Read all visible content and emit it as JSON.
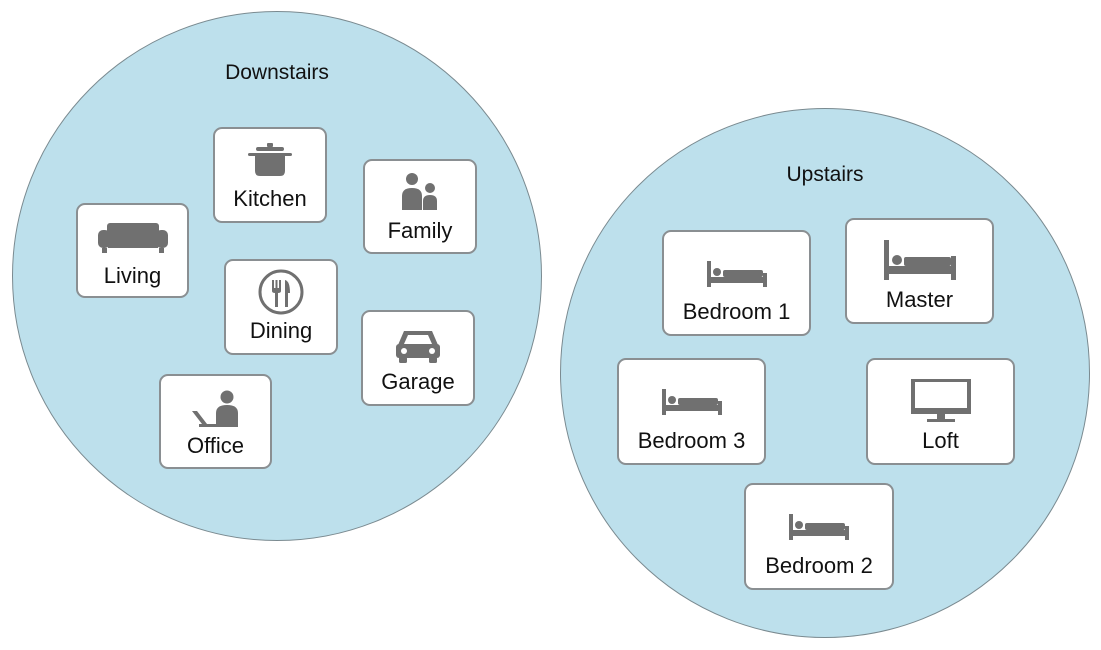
{
  "colors": {
    "zone_fill": "#bde0ec",
    "zone_border": "#7a8a90",
    "icon": "#707070",
    "card_border": "#8a8f92"
  },
  "zones": {
    "downstairs": {
      "title": "Downstairs",
      "rooms": {
        "kitchen": {
          "label": "Kitchen",
          "icon": "cooking-pot-icon"
        },
        "family": {
          "label": "Family",
          "icon": "people-icon"
        },
        "living": {
          "label": "Living",
          "icon": "sofa-icon"
        },
        "dining": {
          "label": "Dining",
          "icon": "fork-knife-plate-icon"
        },
        "garage": {
          "label": "Garage",
          "icon": "car-icon"
        },
        "office": {
          "label": "Office",
          "icon": "person-laptop-icon"
        }
      }
    },
    "upstairs": {
      "title": "Upstairs",
      "rooms": {
        "bedroom1": {
          "label": "Bedroom 1",
          "icon": "bed-icon"
        },
        "master": {
          "label": "Master",
          "icon": "bed-icon"
        },
        "bedroom3": {
          "label": "Bedroom 3",
          "icon": "bed-icon"
        },
        "loft": {
          "label": "Loft",
          "icon": "monitor-icon"
        },
        "bedroom2": {
          "label": "Bedroom 2",
          "icon": "bed-icon"
        }
      }
    }
  }
}
